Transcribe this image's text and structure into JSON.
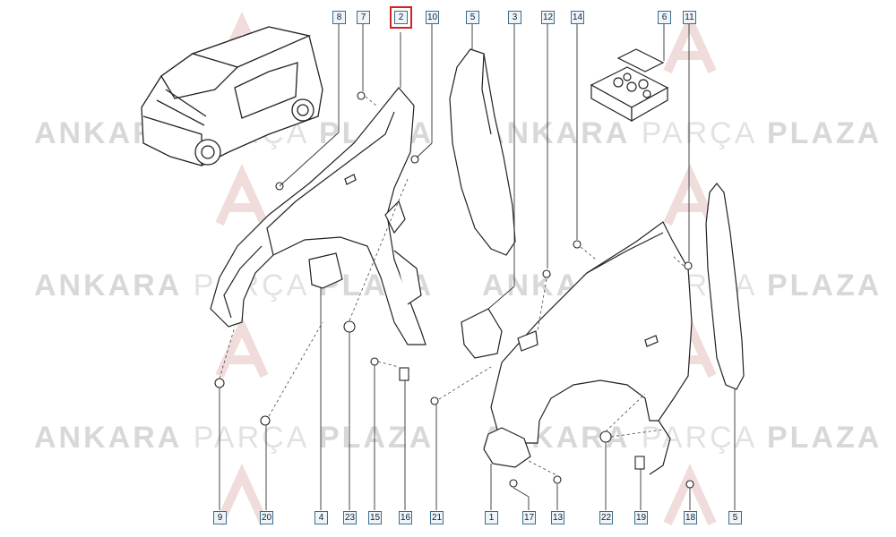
{
  "watermark": {
    "brand_strong": "ANKARA",
    "brand_light": "PARÇA",
    "brand_strong2": "PLAZA"
  },
  "highlighted_part": "2",
  "parts": {
    "p1": "1",
    "p2": "2",
    "p3": "3",
    "p4": "4",
    "p5a": "5",
    "p5b": "5",
    "p6": "6",
    "p7": "7",
    "p8": "8",
    "p9": "9",
    "p10": "10",
    "p11": "11",
    "p12": "12",
    "p13": "13",
    "p14": "14",
    "p15": "15",
    "p16": "16",
    "p17": "17",
    "p18": "18",
    "p19": "19",
    "p20": "20",
    "p21": "21",
    "p22": "22",
    "p23": "23"
  },
  "colors": {
    "label_border": "#3b6d8e",
    "highlight": "#d32020",
    "line": "#333333"
  }
}
